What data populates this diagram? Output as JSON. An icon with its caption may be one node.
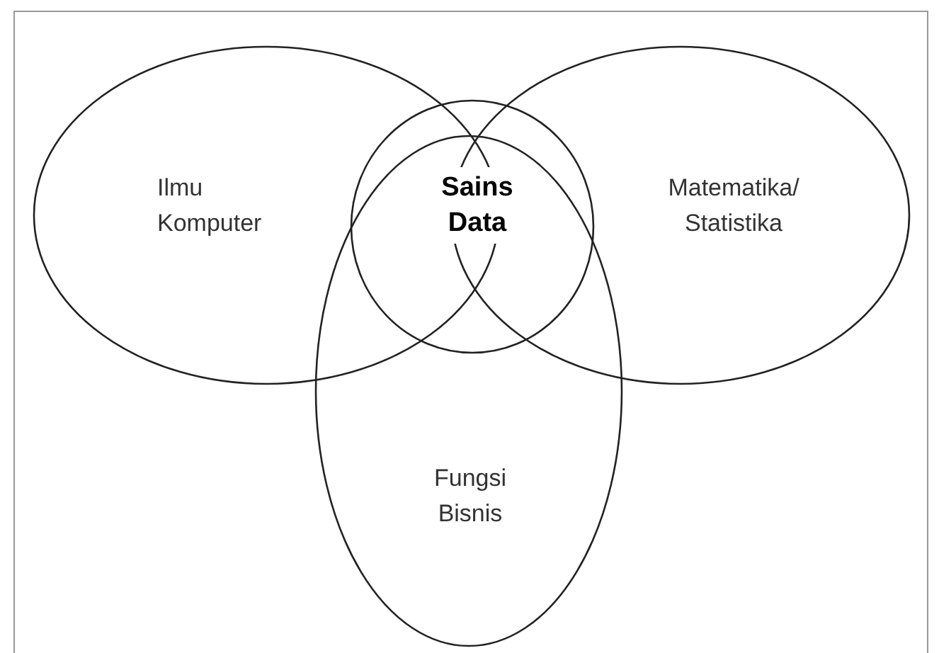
{
  "diagram": {
    "nodes": [
      {
        "text": [
          "Ilmu Komputer"
        ]
      },
      {
        "text": [
          "Sains Data"
        ]
      },
      {
        "text": [
          "Matematika/ Statistika"
        ]
      },
      {
        "text": [
          "Fungsi Bisnis"
        ]
      }
    ]
  }
}
